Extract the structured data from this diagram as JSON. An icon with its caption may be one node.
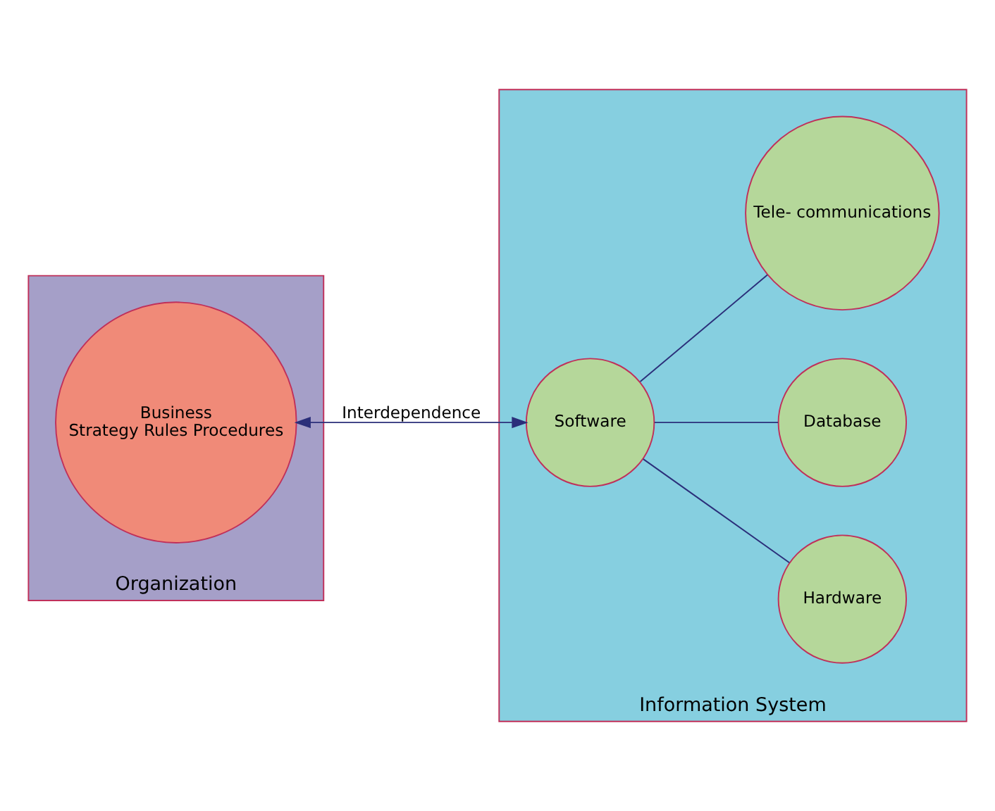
{
  "diagram": {
    "nodes": [
      {
        "text": [
          "Organization"
        ]
      },
      {
        "text": [
          "Information System"
        ]
      },
      {
        "text": [
          "Business",
          "Strategy Rules Procedures"
        ],
        "in": 0
      },
      {
        "text": [
          "Software"
        ],
        "in": 1
      },
      {
        "text": [
          "Hardware"
        ],
        "in": 1
      },
      {
        "text": [
          "Database"
        ],
        "in": 1
      },
      {
        "text": [
          "Tele- communications"
        ],
        "in": 1
      }
    ],
    "edges": [
      {
        "from": 2,
        "to": 3,
        "arrow": "both",
        "label": "Interdependence"
      },
      {
        "from": 3,
        "to": 4,
        "arrow": "none"
      },
      {
        "from": 3,
        "to": 5,
        "arrow": "none"
      },
      {
        "from": 3,
        "to": 6,
        "arrow": "none"
      }
    ]
  }
}
